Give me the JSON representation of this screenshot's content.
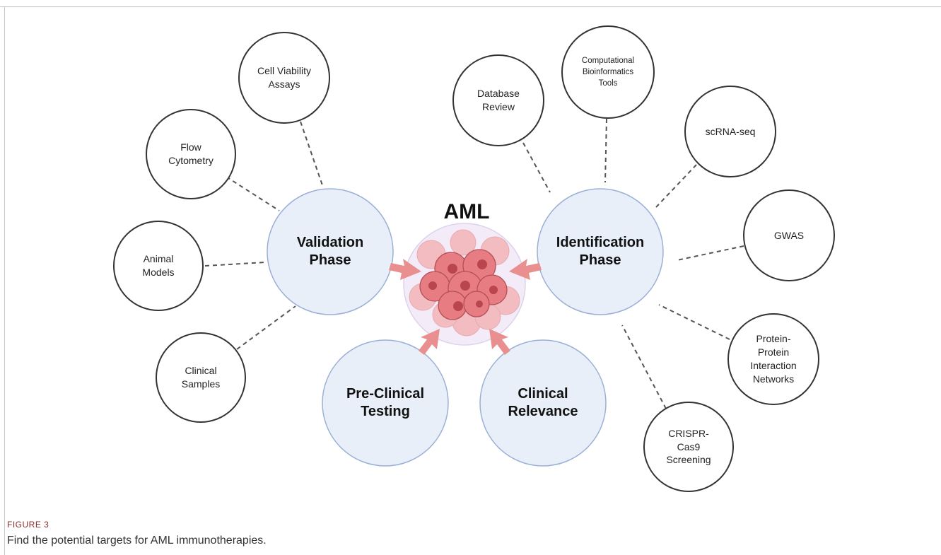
{
  "center": {
    "title": "AML"
  },
  "phases": {
    "validation": "Validation\nPhase",
    "identification": "Identification\nPhase",
    "preclinical": "Pre-Clinical\nTesting",
    "clinical": "Clinical\nRelevance"
  },
  "validation_methods": {
    "cell_viability": "Cell Viability\nAssays",
    "flow_cytometry": "Flow\nCytometry",
    "animal_models": "Animal\nModels",
    "clinical_samples": "Clinical\nSamples"
  },
  "identification_methods": {
    "database_review": "Database\nReview",
    "bioinformatics": "Computational\nBioinformatics\nTools",
    "scrna_seq": "scRNA-seq",
    "gwas": "GWAS",
    "ppi": "Protein-\nProtein\nInteraction\nNetworks",
    "crispr": "CRISPR-\nCas9\nScreening"
  },
  "figure": {
    "label": "FIGURE 3",
    "caption": "Find the potential targets for AML immunotherapies."
  },
  "colors": {
    "phase_fill": "#e8eff9",
    "phase_stroke": "#9bb0d6",
    "arrow": "#ea8f8f",
    "cell_fill": "#e77d82",
    "cell_halo": "#f0e6f6"
  }
}
